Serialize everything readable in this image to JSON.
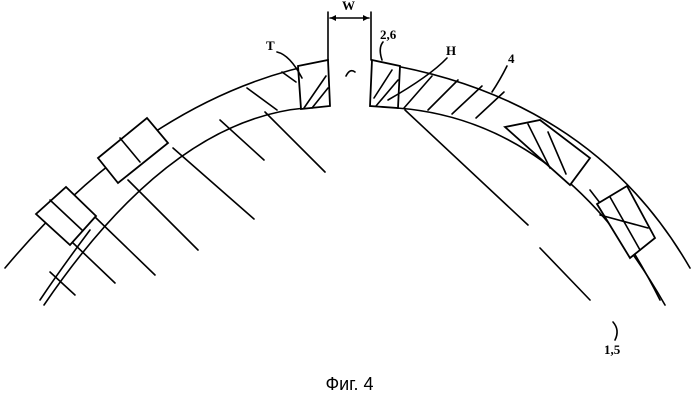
{
  "figure": {
    "caption": "Фиг. 4",
    "labels": {
      "w": "W",
      "t": "T",
      "ref_26": "2,6",
      "h": "H",
      "ref_4": "4",
      "ref_15": "1,5"
    }
  }
}
